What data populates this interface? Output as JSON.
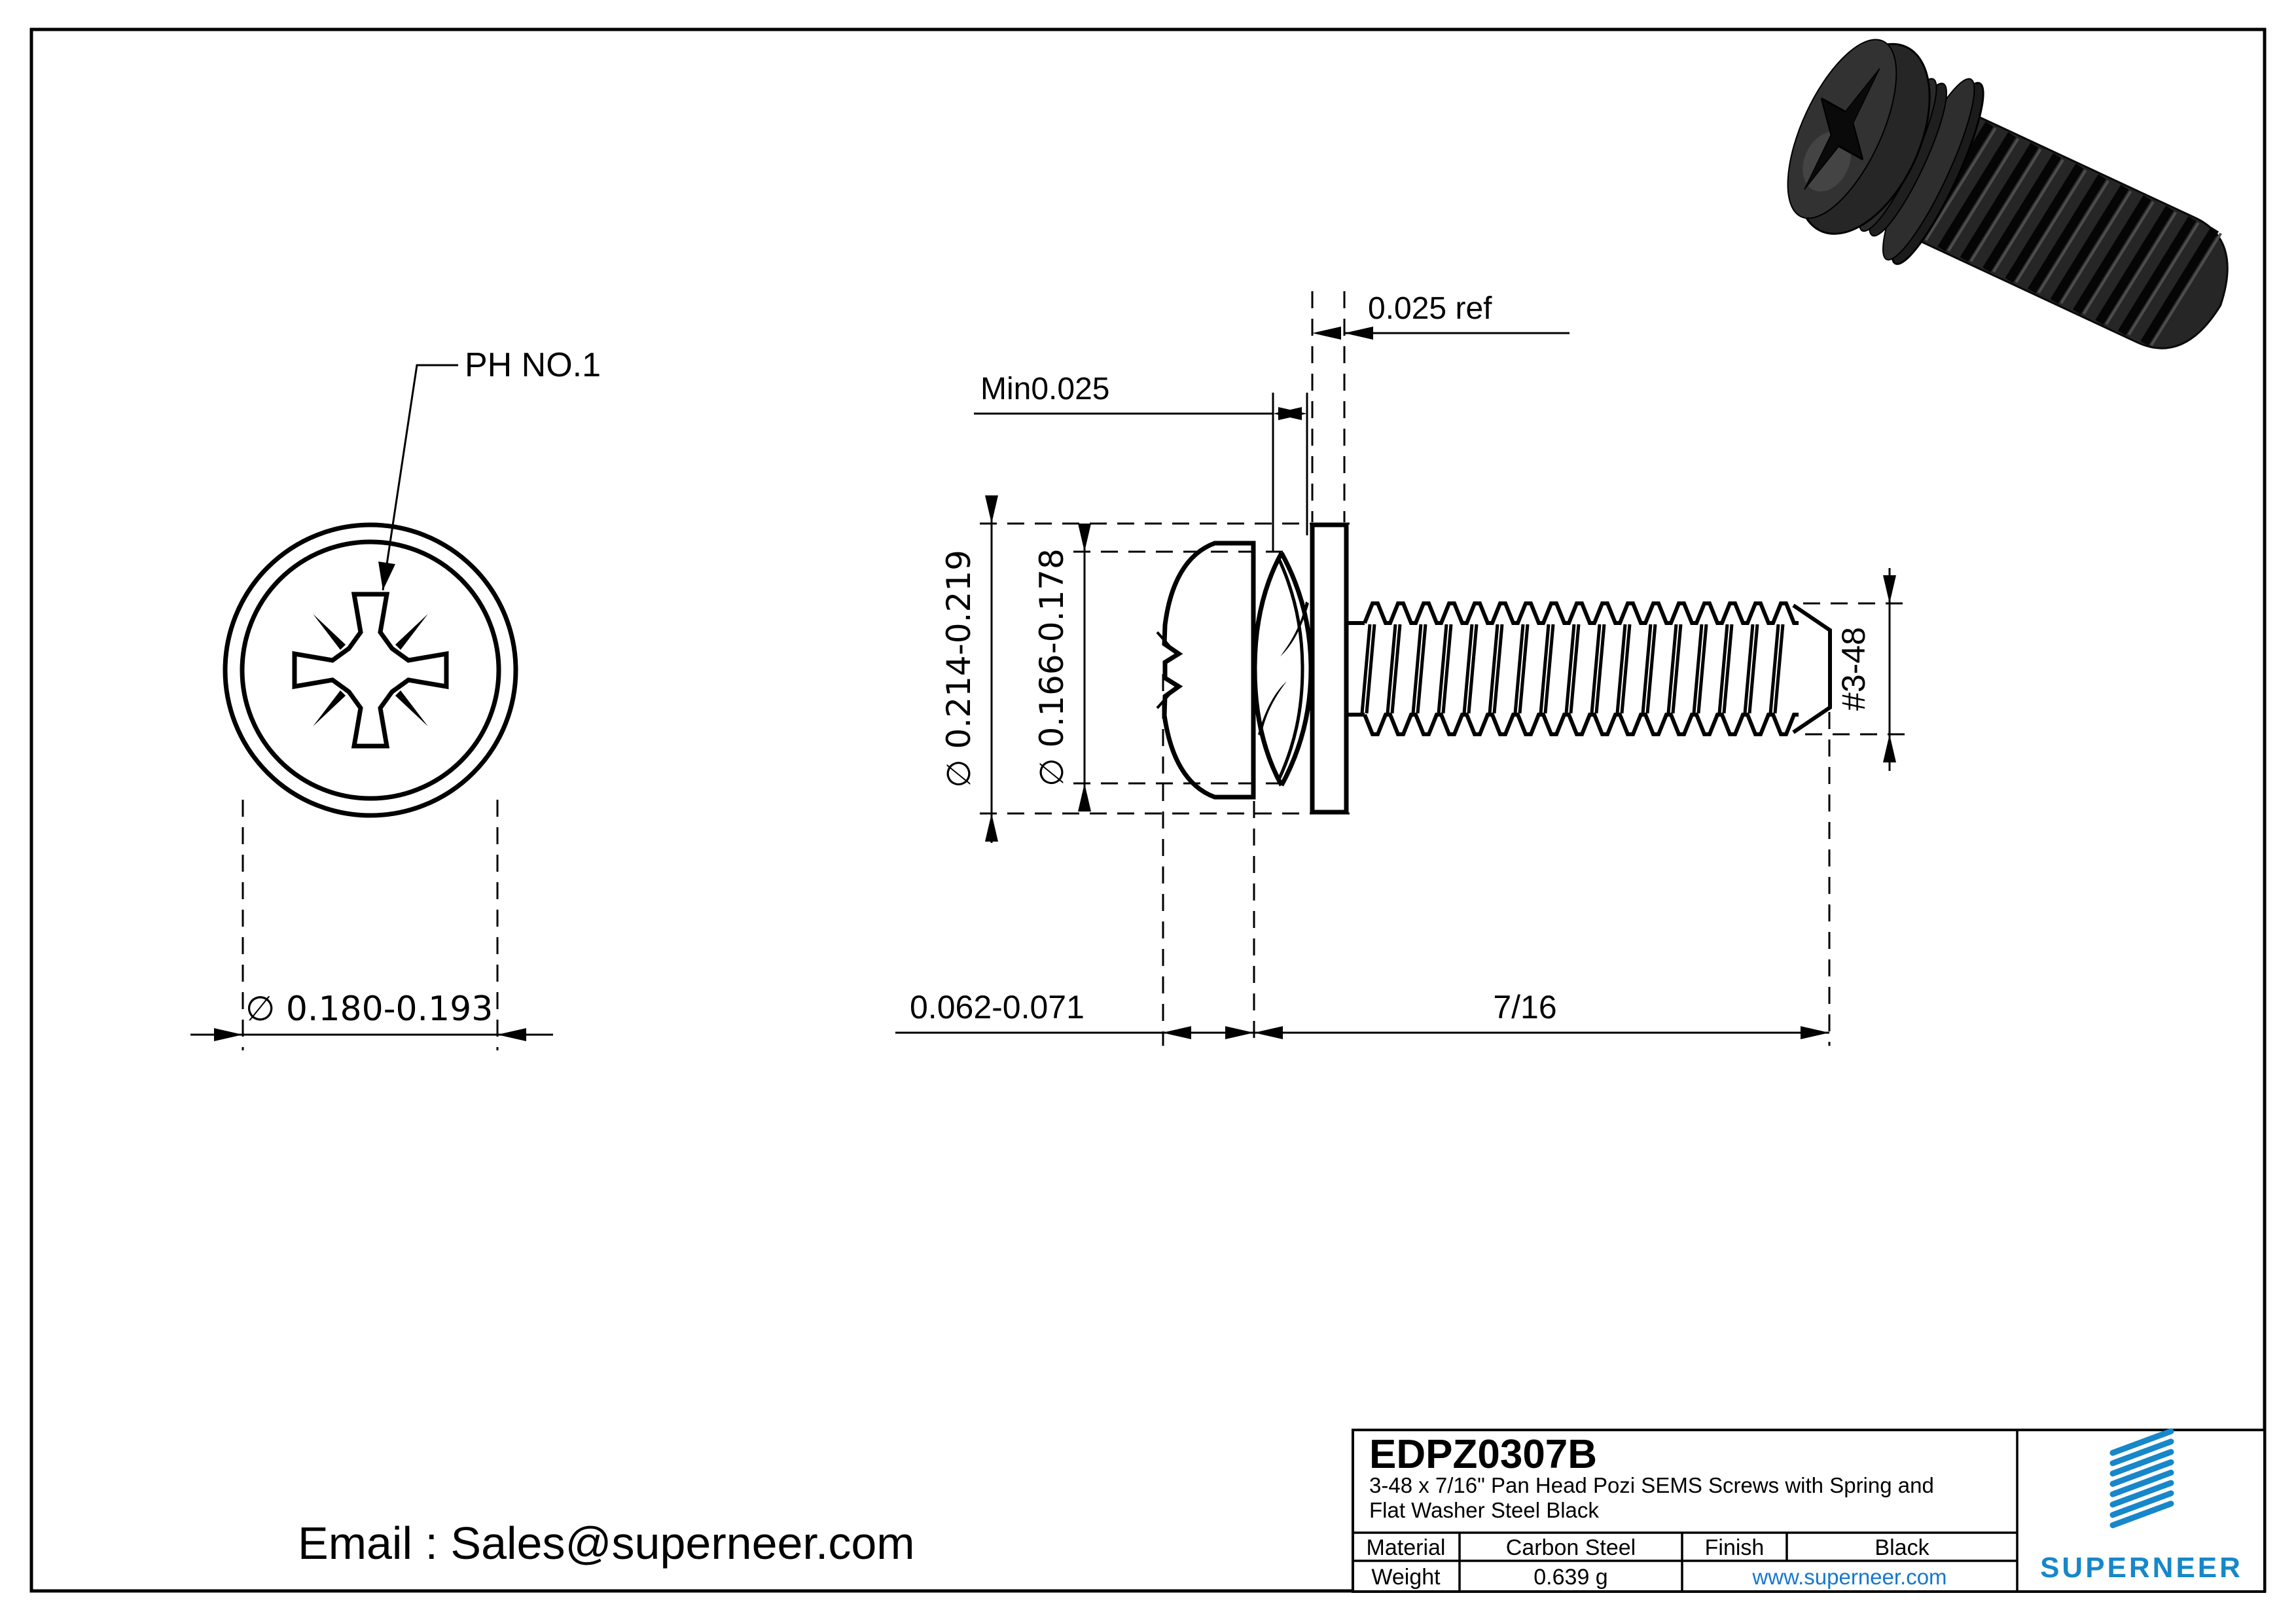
{
  "drawing": {
    "front_view": {
      "callout": "PH NO.1",
      "dim_head_od": "∅ 0.180-0.193"
    },
    "side_view": {
      "dim_spring_washer_thickness": "Min0.025",
      "dim_flat_washer_thickness": "0.025 ref",
      "dim_flat_washer_od": "∅ 0.214-0.219",
      "dim_spring_washer_od": "∅ 0.166-0.178",
      "dim_head_height": "0.062-0.071",
      "dim_thread_length": "7/16",
      "dim_thread_size": "#3-48"
    }
  },
  "title_block": {
    "part_number": "EDPZ0307B",
    "description_line1": "3-48 x 7/16\" Pan Head Pozi SEMS Screws with Spring and",
    "description_line2": "Flat Washer Steel Black",
    "material_label": "Material",
    "material_value": "Carbon Steel",
    "finish_label": "Finish",
    "finish_value": "Black",
    "weight_label": "Weight",
    "weight_value": "0.639 g",
    "website": "www.superneer.com",
    "brand": "SUPERNEER"
  },
  "footer": {
    "email": "Email : Sales@superneer.com"
  },
  "colors": {
    "brand_blue": "#1787c9",
    "link_blue": "#1577d0",
    "line_black": "#000000"
  }
}
